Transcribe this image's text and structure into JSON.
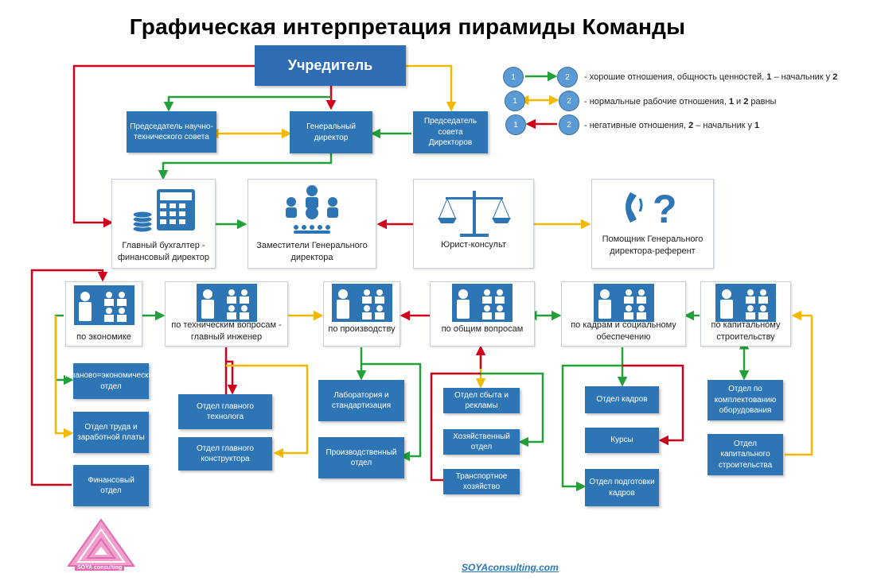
{
  "title": "Графическая интерпретация пирамиды Команды",
  "founder": "Учредитель",
  "level1": {
    "science_chair": "Председатель научно-технического совета",
    "general_director": "Генеральный директор",
    "board_chair": "Председатель совета Директоров"
  },
  "level2": {
    "chief_accountant": "Главный бухгалтер - финансовый директор",
    "deputies": "Заместители Генерального директора",
    "lawyer": "Юрист-консульт",
    "assistant": "Помощник Генерального директора-референт"
  },
  "deputies_row": {
    "economics": "по экономике",
    "technical": "по техническим вопросам - главный инженер",
    "production": "по производству",
    "general": "по общим вопросам",
    "hr": "по кадрам и социальному обеспечению",
    "construction": "по капитальному строительству"
  },
  "departments": {
    "planning": "Планово=экономический отдел",
    "labor": "Отдел труда и заработной платы",
    "finance": "Финансовый отдел",
    "chief_technologist": "Отдел главного технолога",
    "chief_designer": "Отдел главного конструктора",
    "lab": "Лаборатория и стандартизация",
    "prod_dept": "Производственный отдел",
    "sales": "Отдел сбыта и рекламы",
    "household": "Хозяйственный отдел",
    "transport": "Транспортное хозяйство",
    "personnel": "Отдел кадров",
    "courses": "Курсы",
    "training": "Отдел подготовки кадров",
    "equipment": "Отдел по комплектованию оборудования",
    "cap_construction": "Отдел капитального строительства"
  },
  "legend": {
    "c1": "1",
    "c2": "2",
    "good_prefix": "- хорошие отношения, общность ценностей, ",
    "good_b1": "1",
    "good_mid": " – начальник у ",
    "good_b2": "2",
    "normal_prefix": "- нормальные рабочие отношения, ",
    "normal_b1": "1",
    "normal_mid": " и ",
    "normal_b2": "2",
    "normal_suffix": " равны",
    "neg_prefix": "- негативные отношения, ",
    "neg_b1": "2",
    "neg_mid": " – начальник у ",
    "neg_b2": "1"
  },
  "colors": {
    "red": "#D0021B",
    "green": "#22A03A",
    "yellow": "#F5B800",
    "box": "#2E75B6"
  },
  "logo_text": "SOYA consulting",
  "site_link": "SOYAconsulting.com"
}
